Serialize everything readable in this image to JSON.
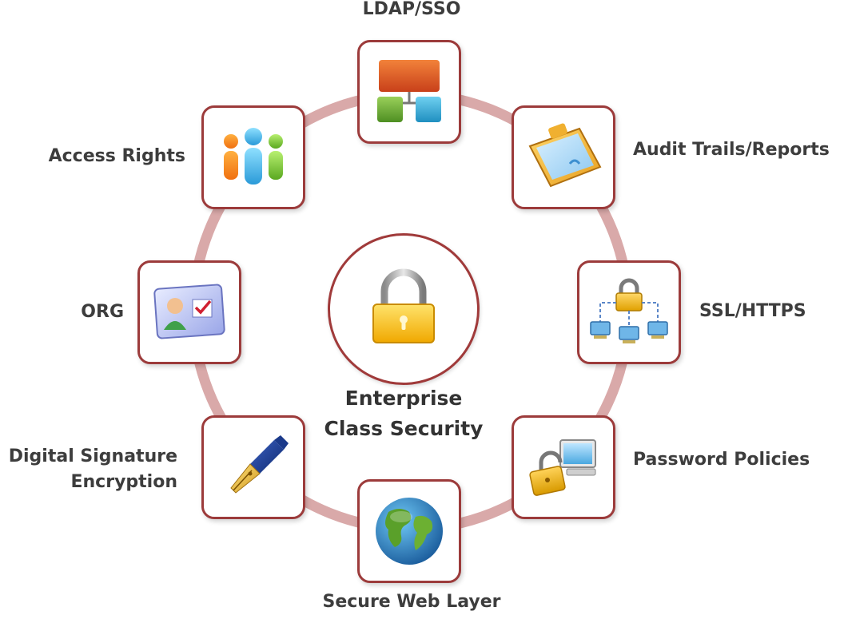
{
  "center": {
    "title_line1": "Enterprise",
    "title_line2": "Class Security",
    "icon": "padlock-icon"
  },
  "nodes": {
    "ldap": {
      "label": "LDAP/SSO",
      "icon": "hierarchy-icon"
    },
    "audit": {
      "label": "Audit Trails/Reports",
      "icon": "clipboard-icon"
    },
    "ssl": {
      "label": "SSL/HTTPS",
      "icon": "network-lock-icon"
    },
    "password": {
      "label": "Password Policies",
      "icon": "computer-lock-icon"
    },
    "web": {
      "label": "Secure Web Layer",
      "icon": "globe-icon"
    },
    "signature": {
      "label_line1": "Digital Signature",
      "label_line2": "Encryption",
      "icon": "fountain-pen-icon"
    },
    "org": {
      "label": "ORG",
      "icon": "id-card-icon"
    },
    "access": {
      "label": "Access Rights",
      "icon": "people-icon"
    }
  },
  "colors": {
    "ring": "#d9a5a5",
    "border": "#9c3b3b",
    "text": "#3d3d3d"
  }
}
